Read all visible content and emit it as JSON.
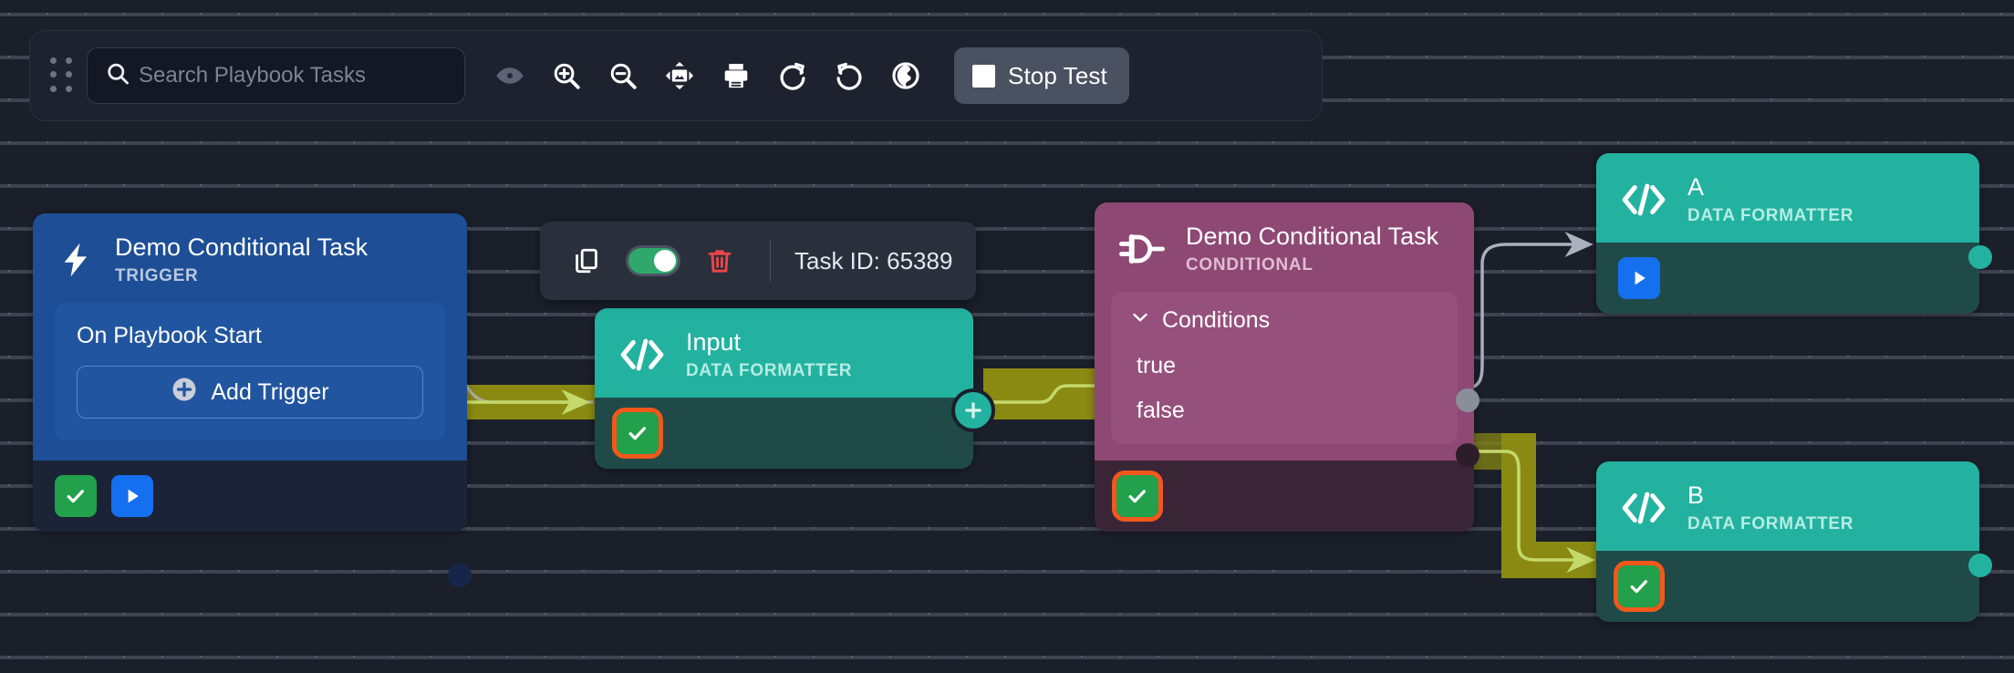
{
  "toolbar": {
    "drag_handle": "drag-handle",
    "search": {
      "value": "",
      "placeholder": "Search Playbook Tasks"
    },
    "buttons": [
      {
        "name": "visibility-icon",
        "title": "Toggle Visibility"
      },
      {
        "name": "zoom-in-icon",
        "title": "Zoom In"
      },
      {
        "name": "zoom-out-icon",
        "title": "Zoom Out"
      },
      {
        "name": "fit-to-screen-icon",
        "title": "Fit To Screen"
      },
      {
        "name": "print-icon",
        "title": "Print"
      },
      {
        "name": "redo-icon",
        "title": "Redo"
      },
      {
        "name": "undo-icon",
        "title": "Undo"
      },
      {
        "name": "globe-icon",
        "title": "Globe"
      }
    ],
    "stop_test_label": "Stop Test"
  },
  "task_toolbar": {
    "copy_label": "copy-icon",
    "toggle_state": "on",
    "delete_label": "trash-icon",
    "task_id_label": "Task ID: 65389"
  },
  "nodes": {
    "trigger": {
      "title": "Demo Conditional Task",
      "subtitle": "TRIGGER",
      "icon": "lightning-bolt-icon",
      "panel_label": "On Playbook Start",
      "add_trigger_label": "Add Trigger",
      "badges": [
        "status-success",
        "run-task"
      ]
    },
    "input": {
      "title": "Input",
      "subtitle": "DATA FORMATTER",
      "icon": "code-brackets-icon",
      "badges": [
        "status-success-highlighted"
      ]
    },
    "conditional": {
      "title": "Demo Conditional Task",
      "subtitle": "CONDITIONAL",
      "icon": "logic-gate-icon",
      "conditions_label": "Conditions",
      "branches": [
        "true",
        "false"
      ],
      "badges": [
        "status-success-highlighted"
      ]
    },
    "a": {
      "title": "A",
      "subtitle": "DATA FORMATTER",
      "icon": "code-brackets-icon",
      "badges": [
        "run-task"
      ]
    },
    "b": {
      "title": "B",
      "subtitle": "DATA FORMATTER",
      "icon": "code-brackets-icon",
      "badges": [
        "status-success-highlighted"
      ]
    }
  },
  "colors": {
    "canvas_bg": "#1b1f2a",
    "trigger_blue": "#1d4e96",
    "formatter_teal": "#23b2a0",
    "conditional_magenta": "#8e4874",
    "active_path": "#8a8a13",
    "active_path_line": "#c3d96a",
    "inactive_path": "#b4bac6",
    "success_green": "#22a04b",
    "highlight_orange": "#f2581b",
    "run_blue": "#1570ef",
    "delete_red": "#ef4444",
    "toggle_on_green": "#2fa96b"
  },
  "edges": [
    {
      "from": "trigger.out",
      "to": "input.in",
      "state": "active"
    },
    {
      "from": "input.out",
      "to": "conditional.in",
      "state": "active"
    },
    {
      "from": "conditional.true",
      "to": "a.in",
      "state": "inactive"
    },
    {
      "from": "conditional.false",
      "to": "b.in",
      "state": "active"
    }
  ]
}
